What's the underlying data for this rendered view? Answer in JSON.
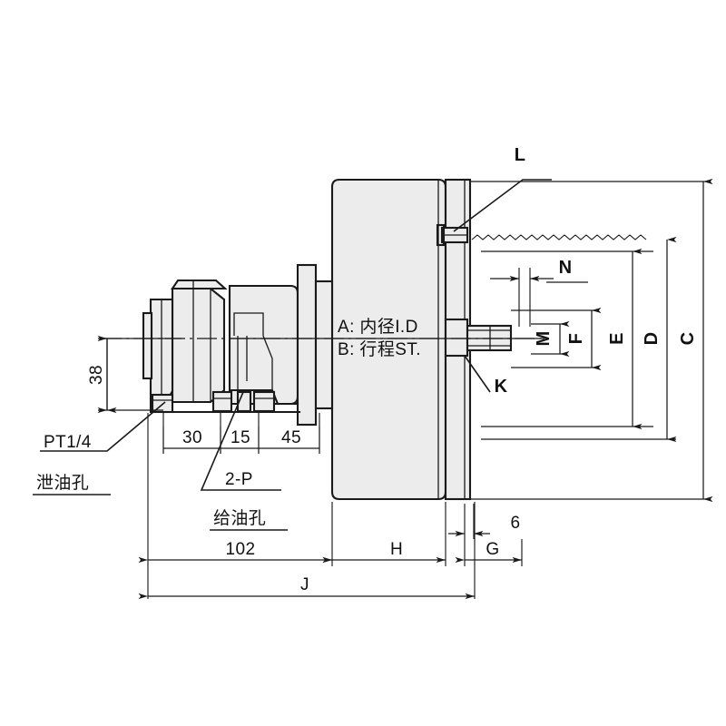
{
  "drawing": {
    "type": "engineering-dimension-drawing",
    "subject": "hydraulic cylinder side sectional view with dimension callouts",
    "background_color": "#ffffff",
    "line_color": "#1a1a1a",
    "body_fill_color": "#ececec"
  },
  "annotations": {
    "bore_label": "A: 内径I.D",
    "stroke_label": "B: 行程ST.",
    "port_thread": "PT1/4",
    "drain_port": "泄油孔",
    "two_p": "2-P",
    "oil_supply_port": "给油孔"
  },
  "linear_dimensions": {
    "left_height": "38",
    "seg_30": "30",
    "seg_15": "15",
    "seg_45": "45",
    "overall_left": "102",
    "h": "H",
    "g": "G",
    "six": "6",
    "j": "J"
  },
  "vertical_dimensions": {
    "m": "M",
    "f": "F",
    "e": "E",
    "d": "D",
    "c": "C"
  },
  "callout_labels": {
    "l": "L",
    "n": "N",
    "k": "K"
  }
}
